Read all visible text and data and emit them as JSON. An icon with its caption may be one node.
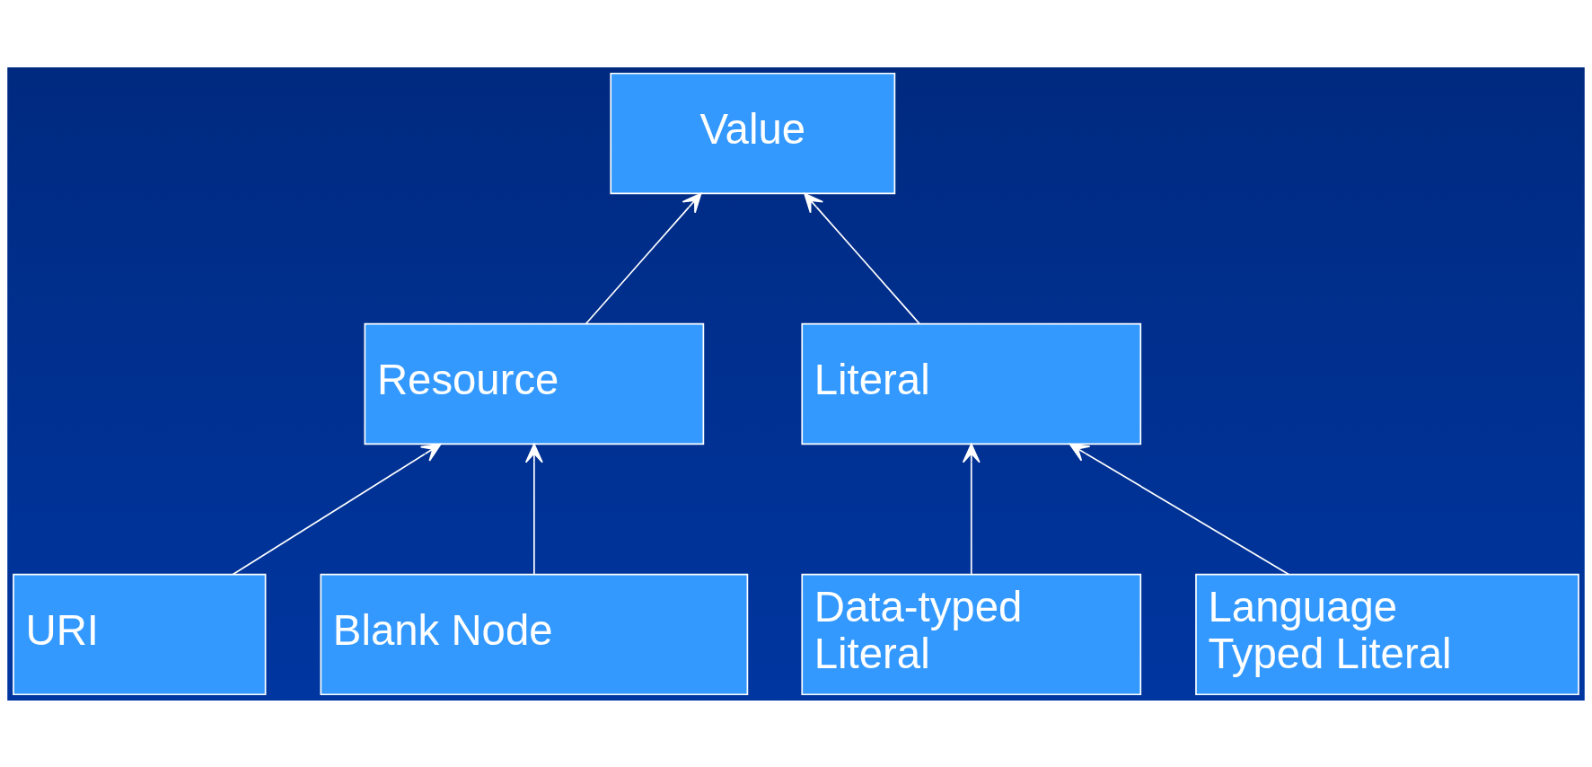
{
  "diagram": {
    "nodes": [
      {
        "text": [
          "Value"
        ]
      },
      {
        "text": [
          "Resource"
        ]
      },
      {
        "text": [
          "Literal"
        ]
      },
      {
        "text": [
          "URI"
        ]
      },
      {
        "text": [
          "Blank Node"
        ]
      },
      {
        "text": [
          "Data-typed Literal"
        ]
      },
      {
        "text": [
          "Language Typed Literal"
        ]
      }
    ],
    "edges": [
      {
        "from": 1,
        "to": 0,
        "arrow": "to"
      },
      {
        "from": 2,
        "to": 0,
        "arrow": "to"
      },
      {
        "from": 3,
        "to": 1,
        "arrow": "to"
      },
      {
        "from": 4,
        "to": 1,
        "arrow": "to"
      },
      {
        "from": 5,
        "to": 2,
        "arrow": "to"
      },
      {
        "from": 6,
        "to": 2,
        "arrow": "to"
      }
    ]
  }
}
